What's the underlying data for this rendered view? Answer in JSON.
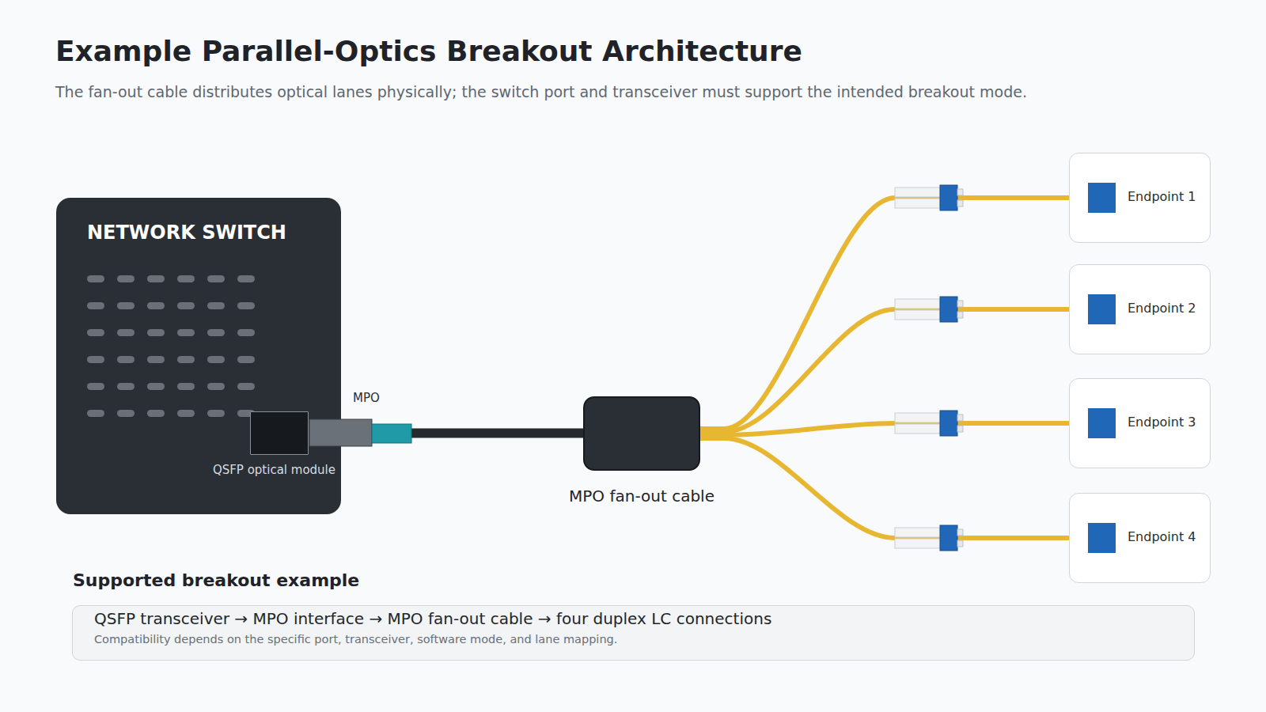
{
  "diagram": {
    "title": "Example Parallel-Optics Breakout Architecture",
    "nodes": [
      {
        "text": [
          "NETWORK SWITCH"
        ]
      },
      {
        "text": [
          "QSFP optical module"
        ],
        "in": 0
      },
      {
        "text": [
          "MPO fan-out cable"
        ]
      },
      {
        "text": [
          "Endpoint 1"
        ]
      },
      {
        "text": [
          "Endpoint 2"
        ]
      },
      {
        "text": [
          "Endpoint 3"
        ]
      },
      {
        "text": [
          "Endpoint 4"
        ]
      },
      {
        "text": [
          "Supported breakout example",
          "QSFP transceiver → MPO interface → MPO fan-out cable → four duplex LC connections",
          "Compatibility depends on the specific port, transceiver, software mode, and lane mapping."
        ]
      }
    ],
    "edges": [
      {
        "from": 1,
        "to": 2,
        "arrow": "none"
      },
      {
        "from": 2,
        "to": 3,
        "arrow": "none"
      },
      {
        "from": 2,
        "to": 4,
        "arrow": "none"
      },
      {
        "from": 2,
        "to": 5,
        "arrow": "none"
      },
      {
        "from": 2,
        "to": 6,
        "arrow": "none"
      }
    ],
    "labels": [
      "The fan-out cable distributes optical lanes physically; the switch port and transceiver must support the intended breakout mode.",
      "MPO"
    ]
  }
}
